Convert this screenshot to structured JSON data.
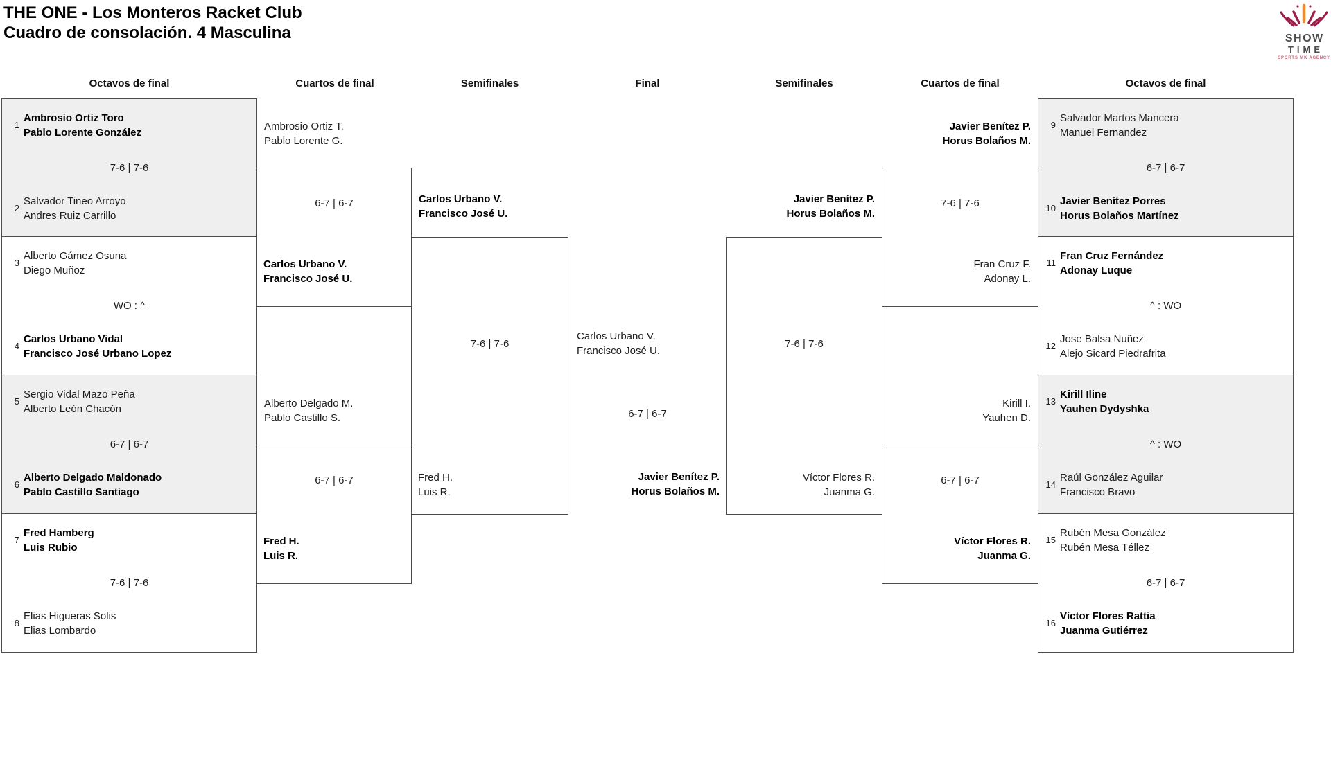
{
  "title": {
    "line1": "THE ONE - Los Monteros Racket Club",
    "line2": "Cuadro de consolación. 4 Masculina"
  },
  "logo": {
    "word1": "SHOW",
    "word2": "TIME",
    "tagline": "SPORTS MK AGENCY",
    "colors": {
      "crimson": "#9d1d47",
      "orange": "#ee8a2f",
      "text": "#4a4a4c",
      "tagline": "#c9677f"
    }
  },
  "round_headers": [
    "Octavos de final",
    "Cuartos de final",
    "Semifinales",
    "Final",
    "Semifinales",
    "Cuartos de final",
    "Octavos de final"
  ],
  "bracket": {
    "r16_left": [
      {
        "seed_a": "1",
        "team_a": [
          "Ambrosio Ortiz Toro",
          "Pablo Lorente González"
        ],
        "score": "7-6 | 7-6",
        "seed_b": "2",
        "team_b": [
          "Salvador Tineo Arroyo",
          "Andres Ruiz Carrillo"
        ],
        "winner": "team_a"
      },
      {
        "seed_a": "3",
        "team_a": [
          "Alberto Gámez Osuna",
          "Diego Muñoz"
        ],
        "score": "WO : ^",
        "seed_b": "4",
        "team_b": [
          "Carlos Urbano Vidal",
          "Francisco José Urbano Lopez"
        ],
        "winner": "team_b"
      },
      {
        "seed_a": "5",
        "team_a": [
          "Sergio Vidal Mazo Peña",
          "Alberto León Chacón"
        ],
        "score": "6-7 | 6-7",
        "seed_b": "6",
        "team_b": [
          "Alberto Delgado Maldonado",
          "Pablo Castillo Santiago"
        ],
        "winner": "team_b"
      },
      {
        "seed_a": "7",
        "team_a": [
          "Fred Hamberg",
          "Luis Rubio"
        ],
        "score": "7-6 | 7-6",
        "seed_b": "8",
        "team_b": [
          "Elias Higueras Solis",
          "Elias Lombardo"
        ],
        "winner": "team_a"
      }
    ],
    "qf_left": [
      {
        "team_a": [
          "Ambrosio Ortiz T.",
          "Pablo Lorente G."
        ],
        "score": "6-7 | 6-7",
        "team_b": [
          "Carlos Urbano V.",
          "Francisco José U."
        ],
        "winner": "team_b"
      },
      {
        "team_a": [
          "Alberto Delgado M.",
          "Pablo Castillo S."
        ],
        "score": "6-7 | 6-7",
        "team_b": [
          "Fred H.",
          "Luis R."
        ],
        "winner": "team_b"
      }
    ],
    "sf_left": {
      "team_a": [
        "Carlos Urbano V.",
        "Francisco José U."
      ],
      "score": "7-6 | 7-6",
      "team_b": [
        "Fred H.",
        "Luis R."
      ],
      "winner": "team_a"
    },
    "final": {
      "team_a": [
        "Carlos Urbano V.",
        "Francisco José U."
      ],
      "score": "6-7 | 6-7",
      "team_b": [
        "Javier Benítez P.",
        "Horus Bolaños M."
      ],
      "winner": "team_b"
    },
    "sf_right": {
      "team_a": [
        "Javier Benítez P.",
        "Horus Bolaños M."
      ],
      "score": "7-6 | 7-6",
      "team_b": [
        "Víctor Flores R.",
        "Juanma G."
      ],
      "winner": "team_a"
    },
    "qf_right": [
      {
        "team_a": [
          "Javier Benítez P.",
          "Horus Bolaños M."
        ],
        "score": "7-6 | 7-6",
        "team_b": [
          "Fran Cruz F.",
          "Adonay L."
        ],
        "winner": "team_a"
      },
      {
        "team_a": [
          "Kirill I.",
          "Yauhen D."
        ],
        "score": "6-7 | 6-7",
        "team_b": [
          "Víctor Flores R.",
          "Juanma G."
        ],
        "winner": "team_b"
      }
    ],
    "r16_right": [
      {
        "seed_a": "9",
        "team_a": [
          "Salvador Martos Mancera",
          "Manuel Fernandez"
        ],
        "score": "6-7 | 6-7",
        "seed_b": "10",
        "team_b": [
          "Javier Benítez Porres",
          "Horus Bolaños Martínez"
        ],
        "winner": "team_b"
      },
      {
        "seed_a": "11",
        "team_a": [
          "Fran Cruz Fernández",
          "Adonay Luque"
        ],
        "score": "^ : WO",
        "seed_b": "12",
        "team_b": [
          "Jose Balsa Nuñez",
          "Alejo Sicard Piedrafrita"
        ],
        "winner": "team_a"
      },
      {
        "seed_a": "13",
        "team_a": [
          "Kirill Iline",
          "Yauhen Dydyshka"
        ],
        "score": "^ : WO",
        "seed_b": "14",
        "team_b": [
          "Raúl González Aguilar",
          "Francisco Bravo"
        ],
        "winner": "team_a"
      },
      {
        "seed_a": "15",
        "team_a": [
          "Rubén Mesa González",
          "Rubén Mesa Téllez"
        ],
        "score": "6-7 | 6-7",
        "seed_b": "16",
        "team_b": [
          "Víctor Flores Rattia",
          "Juanma Gutiérrez"
        ],
        "winner": "team_b"
      }
    ]
  }
}
